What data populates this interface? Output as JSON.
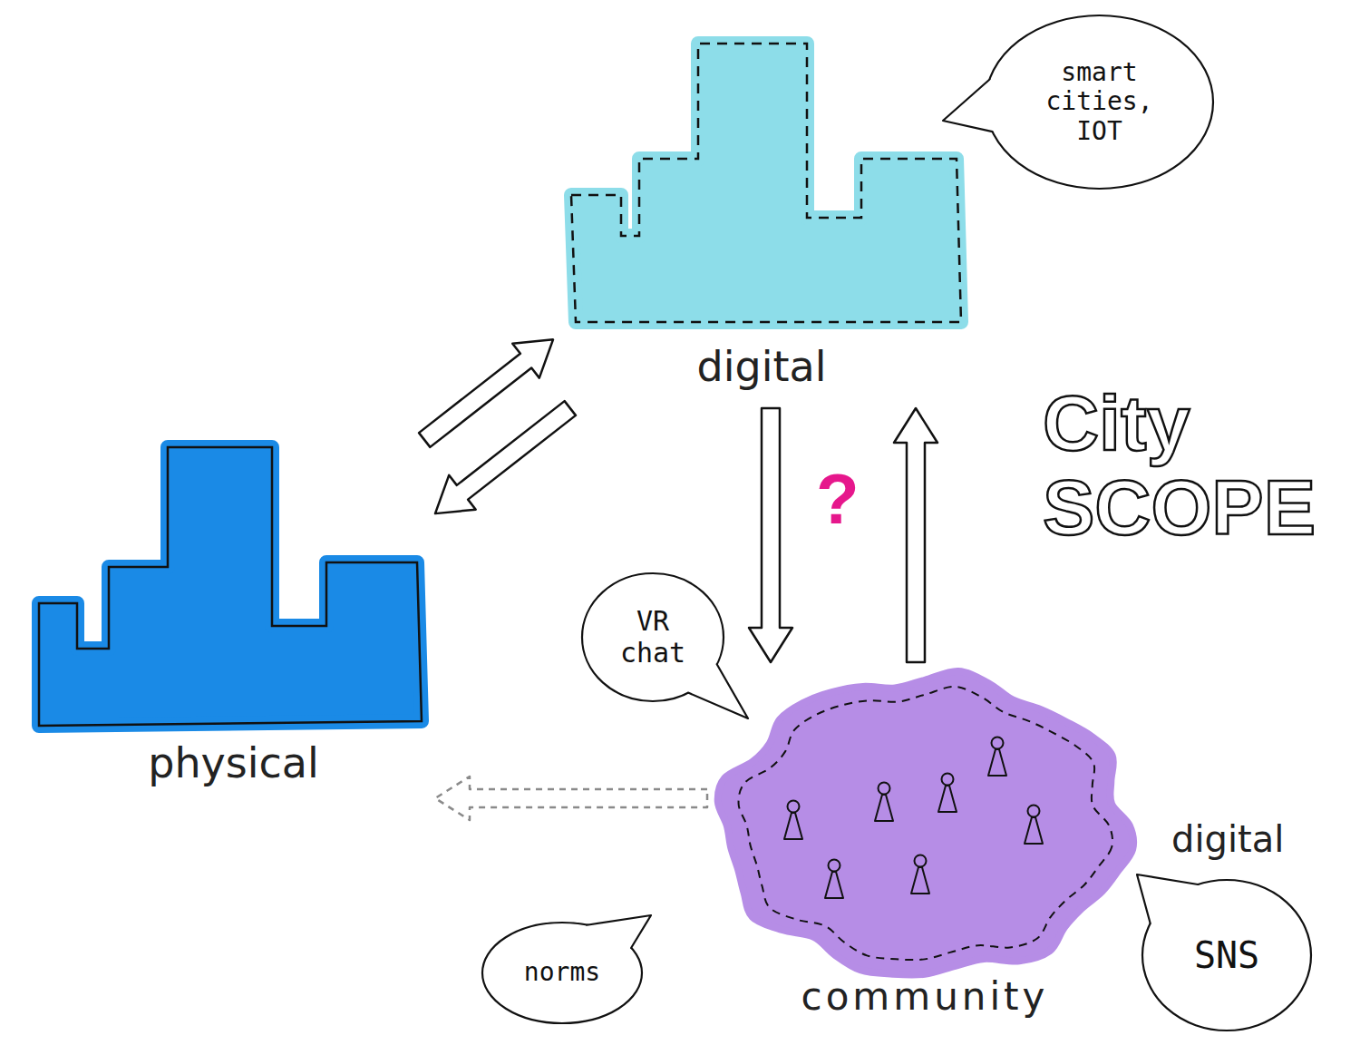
{
  "diagram": {
    "title": "City SCOPE",
    "nodes": [
      {
        "text": [
          "digital"
        ]
      },
      {
        "text": [
          "smart cities, IOT"
        ]
      },
      {
        "text": [
          "physical"
        ]
      },
      {
        "text": [
          "VR chat"
        ]
      },
      {
        "text": [
          "community",
          "digital"
        ]
      },
      {
        "text": [
          "norms"
        ]
      },
      {
        "text": [
          "SNS"
        ]
      }
    ],
    "edges": [
      {
        "from": 2,
        "to": 0,
        "arrow": "to"
      },
      {
        "from": 0,
        "to": 2,
        "arrow": "to"
      },
      {
        "from": 0,
        "to": 4,
        "arrow": "to"
      },
      {
        "from": 4,
        "to": 0,
        "arrow": "to"
      },
      {
        "from": 4,
        "to": 2,
        "arrow": "to"
      }
    ],
    "labels": [
      "?"
    ]
  }
}
